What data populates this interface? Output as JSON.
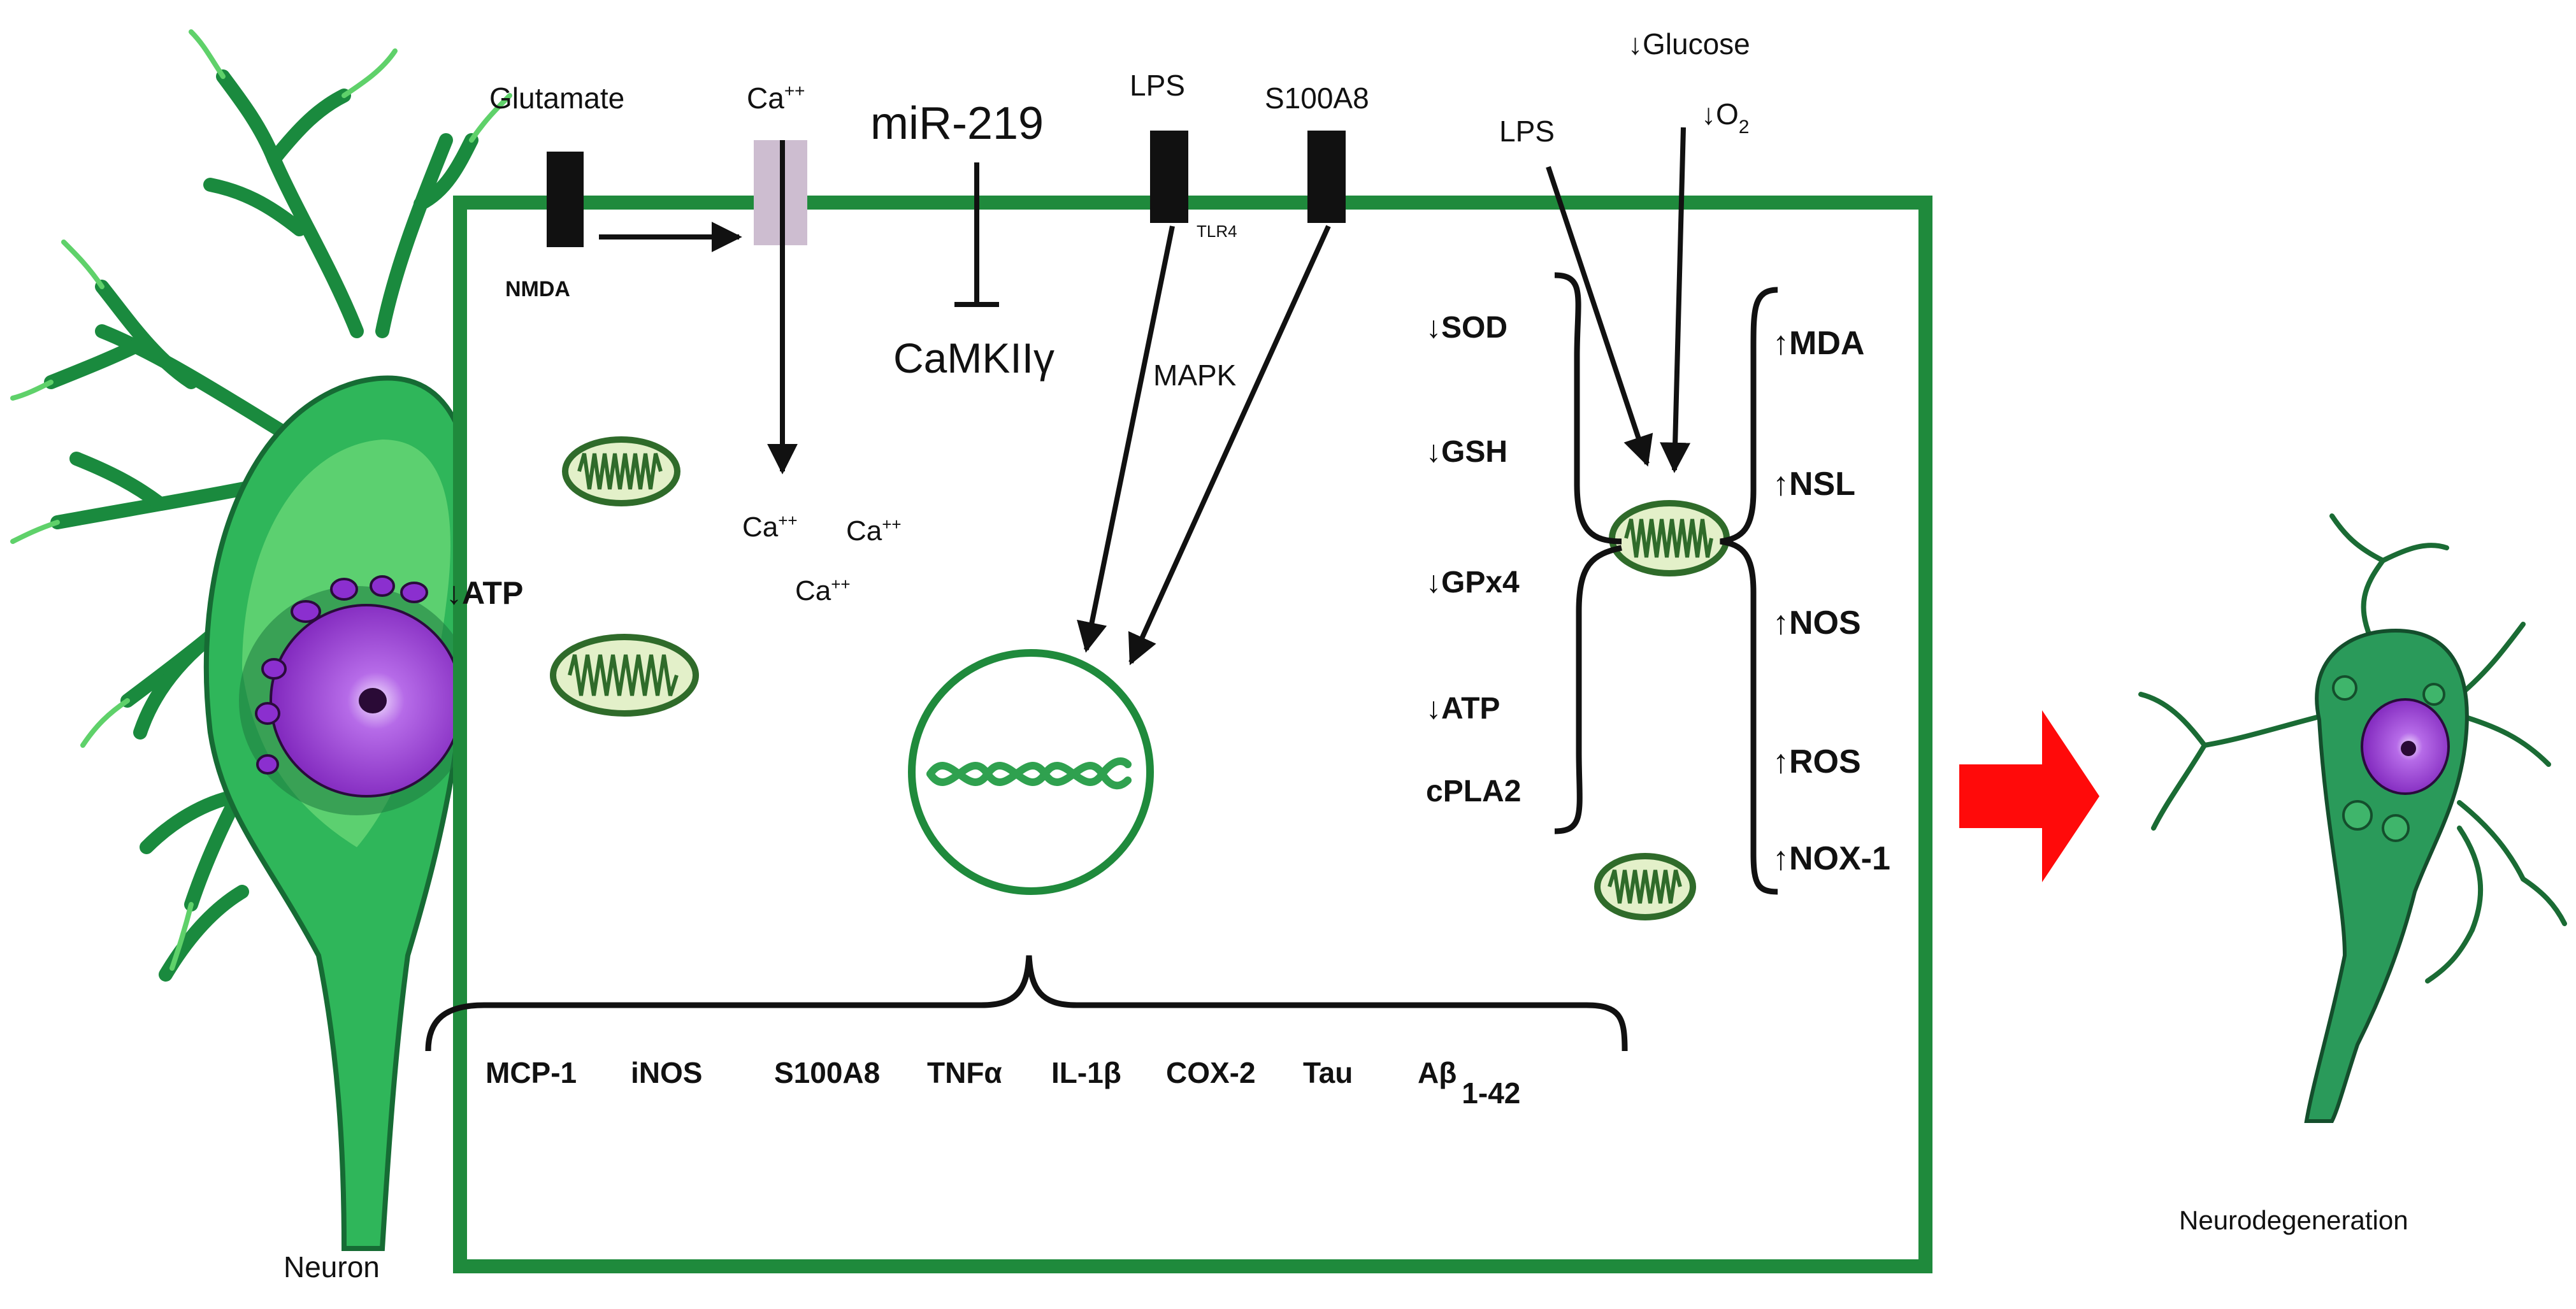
{
  "colors": {
    "cell_border": "#1f8a3c",
    "mito_fill": "#e3f0c9",
    "mito_stroke": "#2f6b2a",
    "neuron_green": "#2fb65a",
    "neuron_light": "#7be07a",
    "neuron_dark": "#166b34",
    "nucleus": "#9b30d8",
    "arrow_red": "#ff0a0a",
    "receptor": "#111111",
    "channel": "#cdbdd0"
  },
  "labels": {
    "glutamate": "Glutamate",
    "nmda": "NMDA",
    "ca_base": "Ca",
    "ca_sup": "++",
    "mir": "miR-219",
    "camkii": "CaMKIIγ",
    "lps_top": "LPS",
    "tlr4": "TLR4",
    "s100a8_top": "S100A8",
    "mapk": "MAPK",
    "glucose": "↓Glucose",
    "o2_base": "↓O",
    "o2_sub": "2",
    "lps_right": "LPS",
    "atp_neuron": "↓ATP",
    "neuron": "Neuron",
    "neurodegeneration": "Neurodegeneration"
  },
  "left_markers": [
    "↓SOD",
    "↓GSH",
    "↓GPx4",
    "↓ATP",
    "cPLA2"
  ],
  "right_markers": [
    "↑MDA",
    "↑NSL",
    "↑NOS",
    "↑ROS",
    "↑NOX-1"
  ],
  "bottom_items": [
    "MCP-1",
    "iNOS",
    "S100A8",
    "TNFα",
    "IL-1β",
    "COX-2",
    "Tau"
  ],
  "abeta": {
    "base": "Aβ",
    "sub": "1-42"
  },
  "icons": [
    "mitochondrion-icon",
    "dna-helix-icon",
    "red-arrow-icon",
    "neuron-illustration"
  ]
}
